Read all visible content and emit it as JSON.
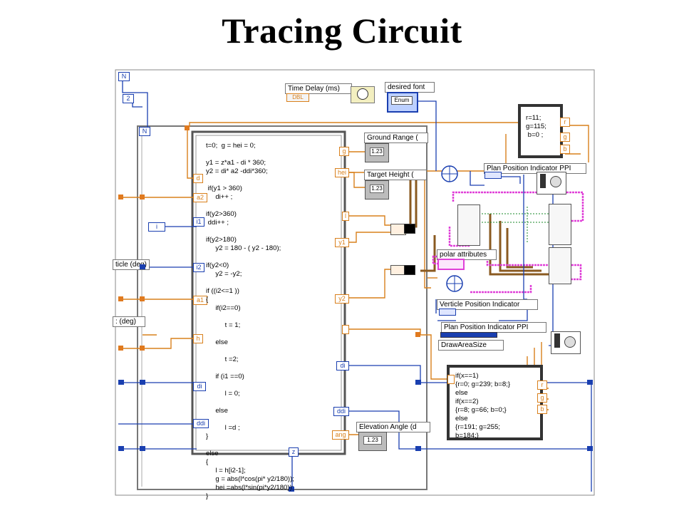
{
  "title": "Tracing Circuit",
  "labels": {
    "n_top": "N",
    "n_loop": "N",
    "two": "2",
    "i_term": "i",
    "time_delay": "Time Delay (ms)",
    "time_delay_type": "DBL",
    "desired_font": "desired font",
    "desired_font_type": "Enum",
    "ground_range": "Ground Range (",
    "target_height": "Target Height (",
    "elevation_angle": "Elevation Angle (d",
    "ppi_top": "Plan Position Indicator PPI",
    "ppi_bottom": "Plan Position Indicator PPI",
    "polar_attributes": "polar attributes",
    "verticle_position": "Verticle Position Indicator",
    "draw_area_size": "DrawAreaSize",
    "left_deg_1": "ticle (deg)",
    "left_deg_2": ": (deg)",
    "num_123_a": "1.23",
    "num_123_b": "1.23",
    "num_123_c": "1.23",
    "dbl": "DBL"
  },
  "terminals": {
    "d": "d",
    "a2": "a2",
    "i1": "i1",
    "i2": "i2",
    "a1": "a1",
    "h": "h",
    "di": "di",
    "ddi": "ddi",
    "g": "g",
    "hei": "hei",
    "y1": "y1",
    "y2": "y2",
    "l": "l",
    "di_out": "di",
    "ddi_out": "ddi",
    "ang": "ang",
    "z": "z",
    "r_top": "r",
    "g_top": "g",
    "b_top": "b",
    "r_bot": "r",
    "g_bot": "g",
    "b_bot": "b"
  },
  "formula_main": "t=0;  g = hei = 0;\n\ny1 = z*a1 - di * 360;\ny2 = di* a2 -ddi*360;\n\n if(y1 > 360)\n     di++ ;\n\nif(y2>360)\n ddi++ ;\n\nif(y2>180)\n     y2 = 180 - ( y2 - 180);\n\nif(y2<0)\n     y2 = -y2;\n\nif ((i2<=1 ))\n{\n     if(i2==0)\n\n          t = 1;\n\n     else\n\n          t =2;\n\n     if (i1 ==0)\n\n          l = 0;\n\n     else\n\n          l =d ;\n}\n\nelse\n{\n     l = h[i2-1];\n     g = abs(l*cos(pi* y2/180));\n     hei =abs(l*sin(pi*y2/180));\n}",
  "formula_rgb_top": "r=11;\ng=115;\n b=0 ;",
  "formula_rgb_bottom": "if(x==1)\n{r=0; g=239; b=8;}\nelse\nif(x==2)\n{r=8; g=66; b=0;}\nelse\n{r=191; g=255;\nb=184;}"
}
